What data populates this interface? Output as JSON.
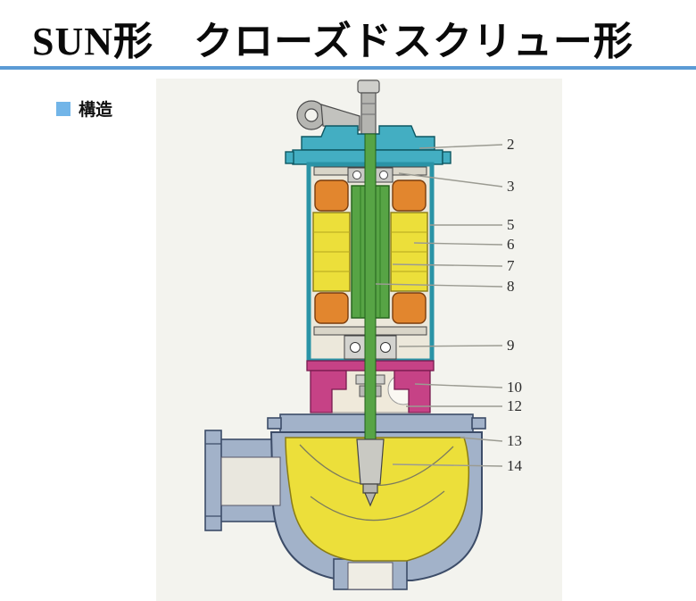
{
  "page": {
    "title": "SUN形　クローズドスクリュー形",
    "section_label": "構造"
  },
  "diagram": {
    "callouts": [
      {
        "label": "2"
      },
      {
        "label": "3"
      },
      {
        "label": "5"
      },
      {
        "label": "6"
      },
      {
        "label": "7"
      },
      {
        "label": "8"
      },
      {
        "label": "9"
      },
      {
        "label": "10"
      },
      {
        "label": "12"
      },
      {
        "label": "13"
      },
      {
        "label": "14"
      }
    ],
    "colors": {
      "rule": "#5b9bd5",
      "bullet": "#72b5e8",
      "cap": "#43aec2",
      "frame": "#2a93a6",
      "coil": "#e2862e",
      "stator": "#ecdf3a",
      "rotor_shaft": "#57a445",
      "seal": "#c64286",
      "casing": "#a2b2c9",
      "volute": "#ecdf3a"
    }
  }
}
